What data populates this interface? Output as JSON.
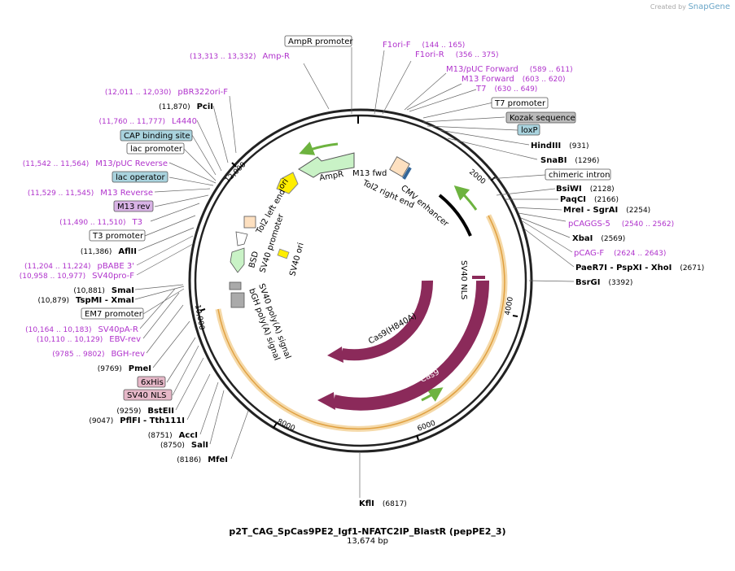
{
  "credit": {
    "prefix": "Created by",
    "brand": "SnapGene"
  },
  "plasmid": {
    "name": "p2T_CAG_SpCas9PE2_Igf1-NFATC2IP_BlastR (pepPE2_3)",
    "length_label": "13,674 bp"
  },
  "features": [
    {
      "label": "AmpR",
      "text_color": "#000",
      "fill": "#c9f2c6",
      "stroke": "#555"
    },
    {
      "label": "ori",
      "text_color": "#000",
      "fill": "#ffee00",
      "stroke": "#888"
    },
    {
      "label": "CMV enhancer",
      "text_color": "#000",
      "fill": "#ffffff",
      "stroke": "#000"
    },
    {
      "label": "Tol2 right end",
      "text_color": "#000",
      "fill": "#ffffff",
      "stroke": "#555"
    },
    {
      "label": "Tol2 left end",
      "text_color": "#000",
      "fill": "#ffffff",
      "stroke": "#555"
    },
    {
      "label": "SV40 promoter",
      "text_color": "#000",
      "fill": "#ffffff",
      "stroke": "#555"
    },
    {
      "label": "BSD",
      "text_color": "#000",
      "fill": "#c9f2c6",
      "stroke": "#555"
    },
    {
      "label": "SV40 ori",
      "text_color": "#000",
      "fill": "#ffee00",
      "stroke": "#888"
    },
    {
      "label": "SV40 poly(A) signal",
      "text_color": "#000",
      "fill": "#aaaaaa",
      "stroke": "#555"
    },
    {
      "label": "bGH poly(A) signal",
      "text_color": "#000",
      "fill": "#aaaaaa",
      "stroke": "#555"
    },
    {
      "label": "SV40 NLS",
      "text_color": "#000",
      "fill": "#8b2a5a",
      "stroke": "#8b2a5a"
    },
    {
      "label": "Cas9(H840A)",
      "text_color": "#000",
      "fill": "#8b2a5a",
      "stroke": "#8b2a5a"
    },
    {
      "label": "Cas9",
      "text_color": "#ffffff",
      "fill": "#8b2a5a",
      "stroke": "#8b2a5a"
    },
    {
      "label": "M13 fwd",
      "text_color": "#000",
      "fill": "#ffffff",
      "stroke": "#555"
    }
  ],
  "ticks": [
    "2000",
    "4000",
    "6000",
    "8000",
    "10,000",
    "12,000"
  ],
  "left_labels": [
    {
      "range": "(13,313 .. 13,332)",
      "name": "Amp-R",
      "type": "primer"
    },
    {
      "range": "(12,011 .. 12,030)",
      "name": "pBR322ori-F",
      "type": "primer"
    },
    {
      "range": "(11,870)",
      "name": "PciI",
      "type": "enzyme"
    },
    {
      "range": "(11,760 .. 11,777)",
      "name": "L4440",
      "type": "primer"
    },
    {
      "range": "",
      "name": "CAP binding site",
      "type": "box-teal"
    },
    {
      "range": "",
      "name": "lac promoter",
      "type": "box"
    },
    {
      "range": "(11,542 .. 11,564)",
      "name": "M13/pUC Reverse",
      "type": "primer"
    },
    {
      "range": "",
      "name": "lac operator",
      "type": "box-teal"
    },
    {
      "range": "(11,529 .. 11,545)",
      "name": "M13 Reverse",
      "type": "primer"
    },
    {
      "range": "",
      "name": "M13 rev",
      "type": "box-purple"
    },
    {
      "range": "(11,490 .. 11,510)",
      "name": "T3",
      "type": "primer"
    },
    {
      "range": "",
      "name": "T3 promoter",
      "type": "box"
    },
    {
      "range": "(11,386)",
      "name": "AflII",
      "type": "enzyme"
    },
    {
      "range": "(11,204 .. 11,224)",
      "name": "pBABE 3'",
      "type": "primer"
    },
    {
      "range": "(10,958 .. 10,977)",
      "name": "SV40pro-F",
      "type": "primer"
    },
    {
      "range": "(10,881)",
      "name": "SmaI",
      "type": "enzyme"
    },
    {
      "range": "(10,879)",
      "name": "TspMI  -  XmaI",
      "type": "enzyme"
    },
    {
      "range": "",
      "name": "EM7 promoter",
      "type": "box"
    },
    {
      "range": "(10,164 .. 10,183)",
      "name": "SV40pA-R",
      "type": "primer"
    },
    {
      "range": "(10,110 .. 10,129)",
      "name": "EBV-rev",
      "type": "primer"
    },
    {
      "range": "(9785 .. 9802)",
      "name": "BGH-rev",
      "type": "primer"
    },
    {
      "range": "(9769)",
      "name": "PmeI",
      "type": "enzyme"
    },
    {
      "range": "",
      "name": "6xHis",
      "type": "box-pink"
    },
    {
      "range": "",
      "name": "SV40 NLS",
      "type": "box-pink"
    },
    {
      "range": "(9259)",
      "name": "BstEII",
      "type": "enzyme"
    },
    {
      "range": "(9047)",
      "name": "PflFI  -  Tth111I",
      "type": "enzyme"
    },
    {
      "range": "(8751)",
      "name": "AccI",
      "type": "enzyme"
    },
    {
      "range": "(8750)",
      "name": "SalI",
      "type": "enzyme"
    },
    {
      "range": "(8186)",
      "name": "MfeI",
      "type": "enzyme"
    }
  ],
  "right_labels": [
    {
      "name": "AmpR promoter",
      "range": "",
      "type": "box"
    },
    {
      "name": "F1ori-F",
      "range": "(144 .. 165)",
      "type": "primer"
    },
    {
      "name": "F1ori-R",
      "range": "(356 .. 375)",
      "type": "primer"
    },
    {
      "name": "M13/pUC Forward",
      "range": "(589 .. 611)",
      "type": "primer"
    },
    {
      "name": "M13 Forward",
      "range": "(603 .. 620)",
      "type": "primer"
    },
    {
      "name": "T7",
      "range": "(630 .. 649)",
      "type": "primer"
    },
    {
      "name": "T7 promoter",
      "range": "",
      "type": "box"
    },
    {
      "name": "Kozak sequence",
      "range": "",
      "type": "box-gray"
    },
    {
      "name": "loxP",
      "range": "",
      "type": "box-teal"
    },
    {
      "name": "HindIII",
      "range": "(931)",
      "type": "enzyme"
    },
    {
      "name": "SnaBI",
      "range": "(1296)",
      "type": "enzyme"
    },
    {
      "name": "chimeric intron",
      "range": "",
      "type": "box"
    },
    {
      "name": "BsiWI",
      "range": "(2128)",
      "type": "enzyme"
    },
    {
      "name": "PaqCI",
      "range": "(2166)",
      "type": "enzyme"
    },
    {
      "name": "MreI  -  SgrAI",
      "range": "(2254)",
      "type": "enzyme"
    },
    {
      "name": "pCAGGS-5",
      "range": "(2540 .. 2562)",
      "type": "primer"
    },
    {
      "name": "XbaI",
      "range": "(2569)",
      "type": "enzyme"
    },
    {
      "name": "pCAG-F",
      "range": "(2624 .. 2643)",
      "type": "primer"
    },
    {
      "name": "PaeR7I  -  PspXI  -  XhoI",
      "range": "(2671)",
      "type": "enzyme"
    },
    {
      "name": "BsrGI",
      "range": "(3392)",
      "type": "enzyme"
    },
    {
      "name": "KflI",
      "range": "(6817)",
      "type": "enzyme"
    }
  ],
  "colors": {
    "primer": "#b033cc",
    "enzyme": "#000000",
    "backbone": "#222222",
    "orf_halo": "#f5d9a8",
    "orf_core": "#e0a040"
  }
}
